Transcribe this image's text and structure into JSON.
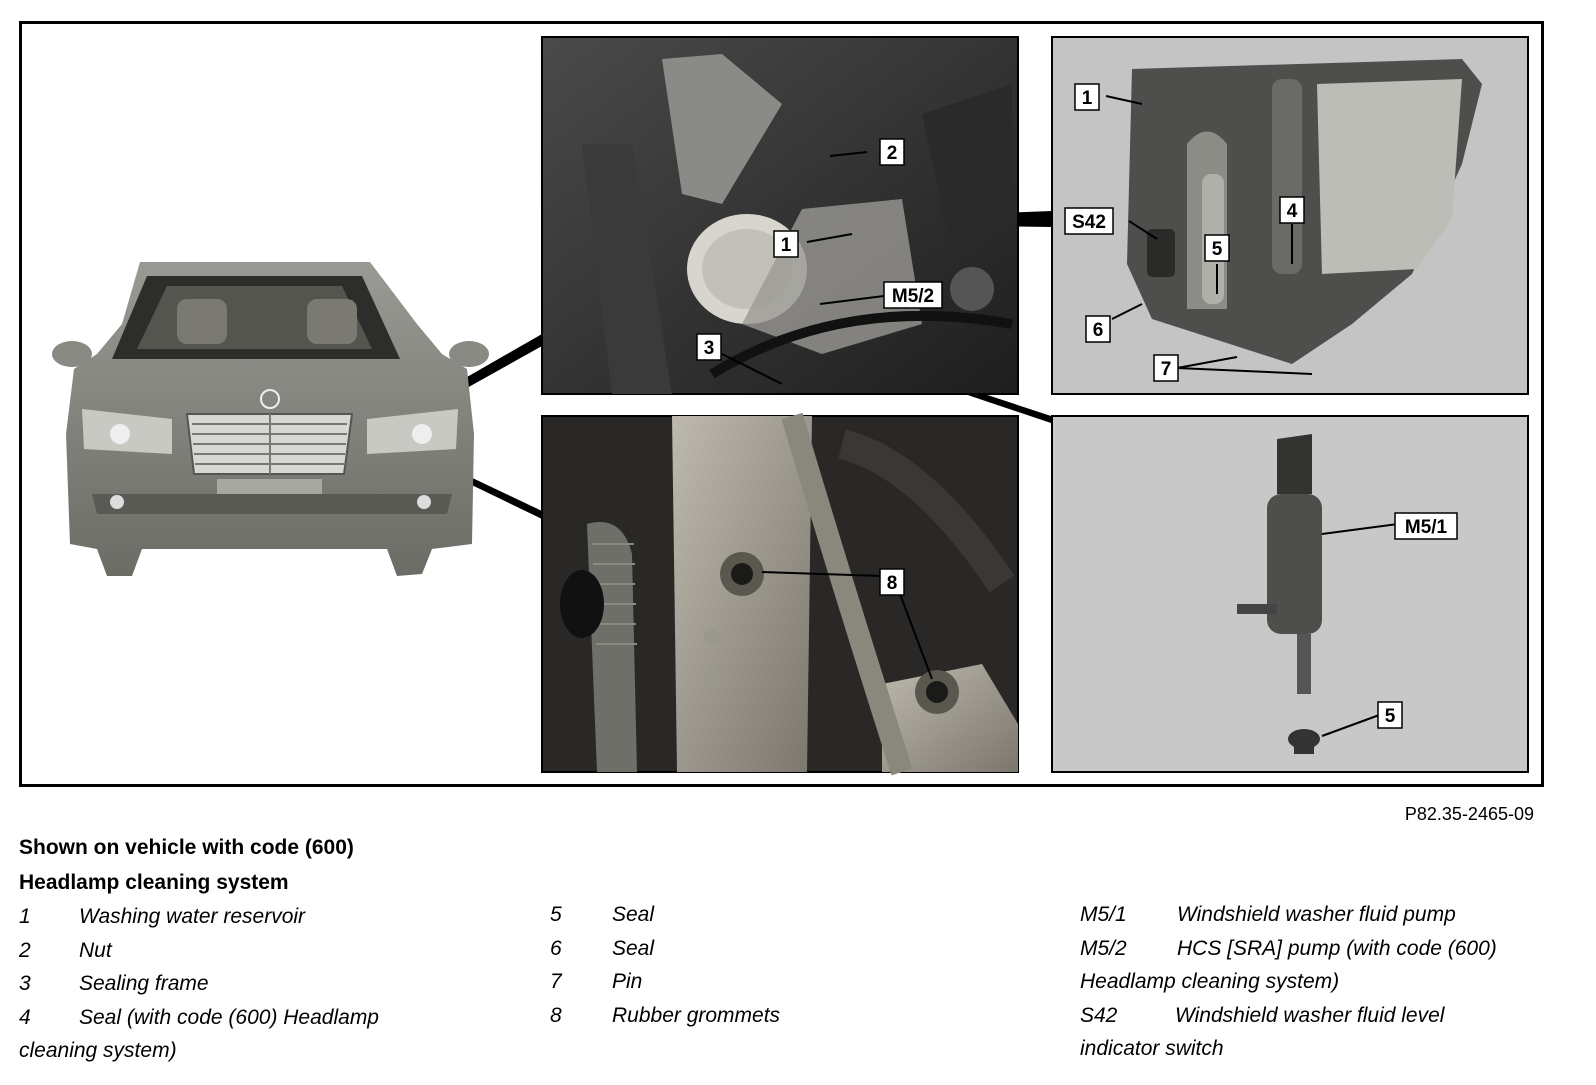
{
  "figure_id": "P82.35-2465-09",
  "headings": {
    "line1": "Shown on vehicle with code (600)",
    "line2": "Headlamp cleaning system"
  },
  "callouts": {
    "engine_bay": [
      "1",
      "2",
      "3",
      "M5/2"
    ],
    "reservoir": [
      "1",
      "4",
      "5",
      "6",
      "7",
      "S42"
    ],
    "grommets": [
      "8"
    ],
    "pump": [
      "M5/1",
      "5"
    ]
  },
  "legend": {
    "col1": [
      {
        "code": "1",
        "desc": "Washing water reservoir"
      },
      {
        "code": "2",
        "desc": "Nut"
      },
      {
        "code": "3",
        "desc": "Sealing frame"
      },
      {
        "code": "4",
        "desc": "Seal (with code (600) Headlamp",
        "cont": "cleaning system)"
      }
    ],
    "col2": [
      {
        "code": "5",
        "desc": "Seal"
      },
      {
        "code": "6",
        "desc": "Seal"
      },
      {
        "code": "7",
        "desc": "Pin"
      },
      {
        "code": "8",
        "desc": "Rubber grommets"
      }
    ],
    "col3": [
      {
        "code": "M5/1",
        "desc": "Windshield washer fluid pump"
      },
      {
        "code": "M5/2",
        "desc": "HCS [SRA] pump (with code (600)",
        "cont": "Headlamp cleaning system)"
      },
      {
        "code": "S42",
        "desc": "Windshield washer fluid level",
        "cont": "indicator switch"
      }
    ]
  }
}
